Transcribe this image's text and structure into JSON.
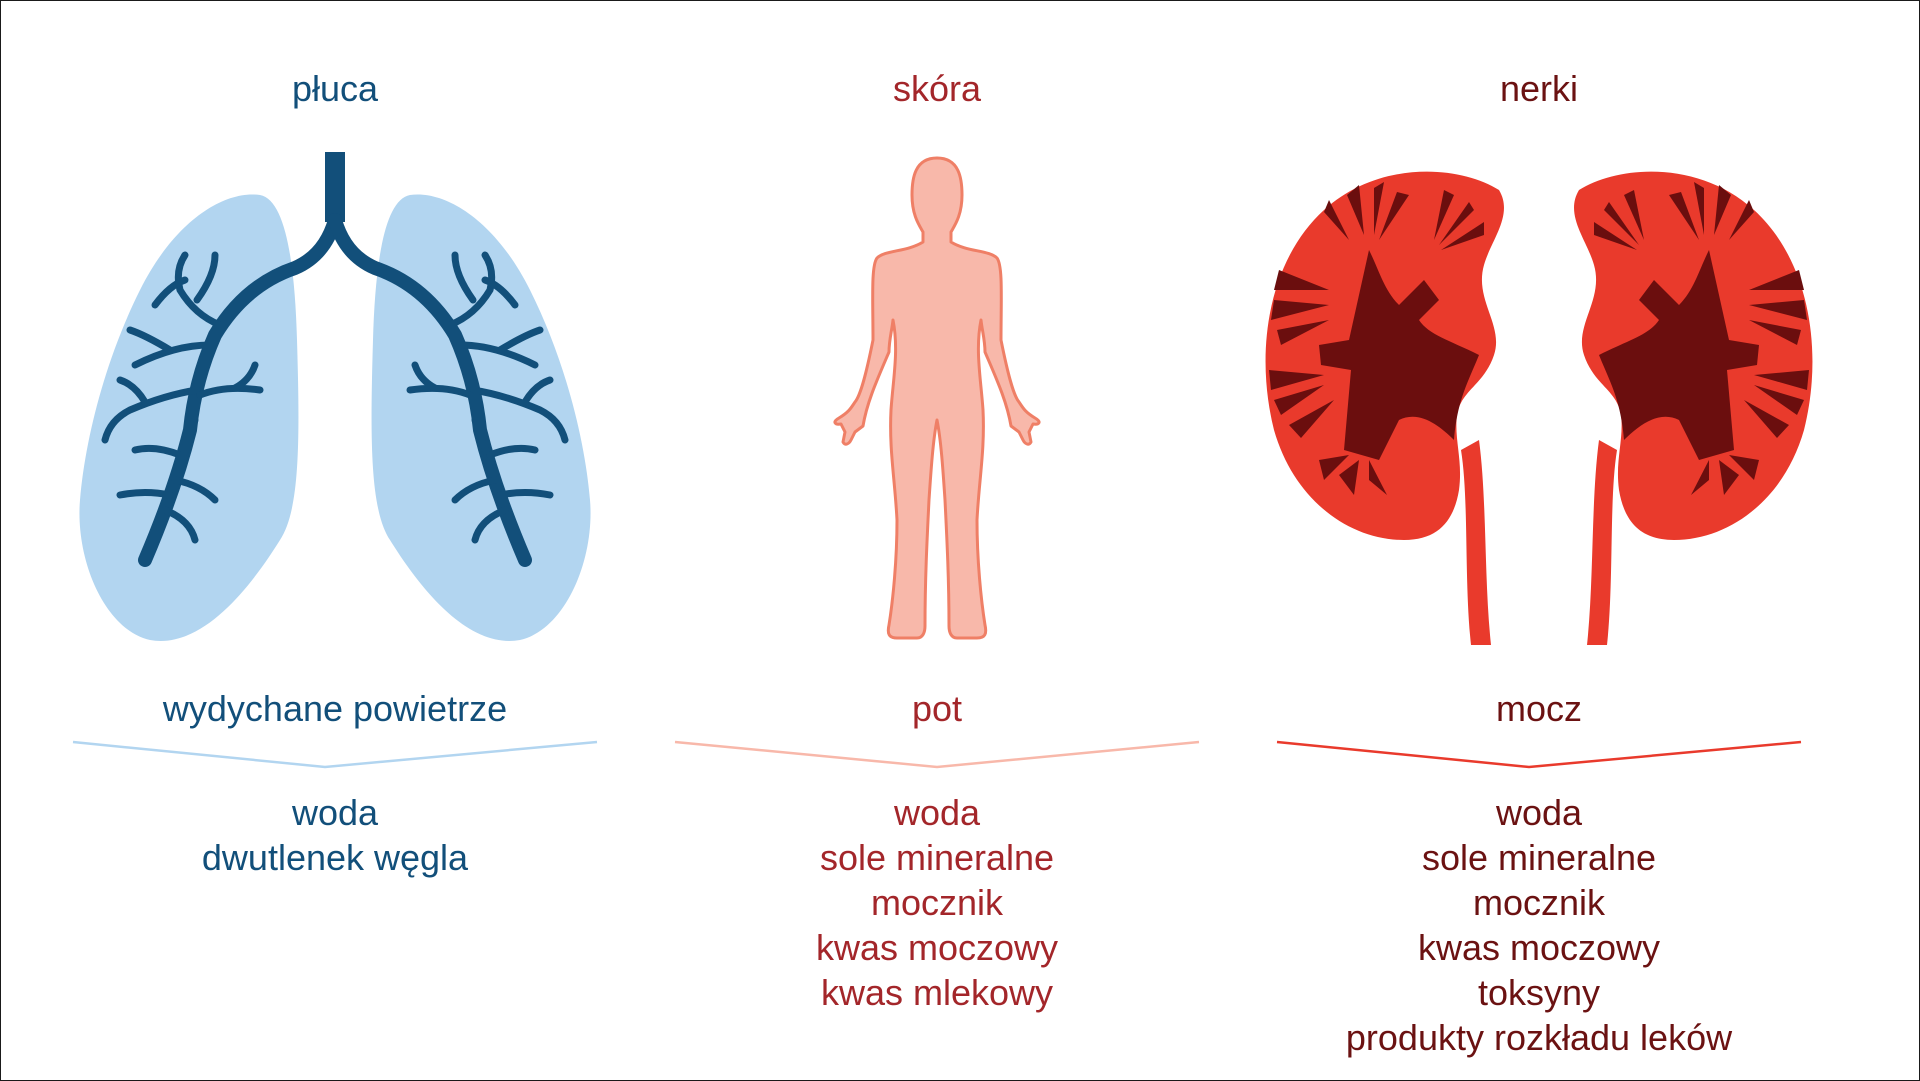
{
  "columns": {
    "lungs": {
      "title": "płuca",
      "output": "wydychane powietrze",
      "items": [
        "woda",
        "dwutlenek węgla"
      ]
    },
    "skin": {
      "title": "skóra",
      "output": "pot",
      "items": [
        "woda",
        "sole mineralne",
        "mocznik",
        "kwas moczowy",
        "kwas mlekowy"
      ]
    },
    "kidneys": {
      "title": "nerki",
      "output": "mocz",
      "items": [
        "woda",
        "sole mineralne",
        "mocznik",
        "kwas moczowy",
        "toksyny",
        "produkty rozkładu leków"
      ]
    }
  },
  "colors": {
    "lung_fill": "#b2d5f0",
    "lung_airway": "#124f7a",
    "skin_fill": "#f8b8aa",
    "skin_outline": "#ef7f66",
    "kidney_outer": "#e93a2c",
    "kidney_inner": "#6b0e0e",
    "divider_lungs": "#b2d5f0",
    "divider_skin": "#f8b8aa",
    "divider_kidneys": "#e93a2c"
  }
}
